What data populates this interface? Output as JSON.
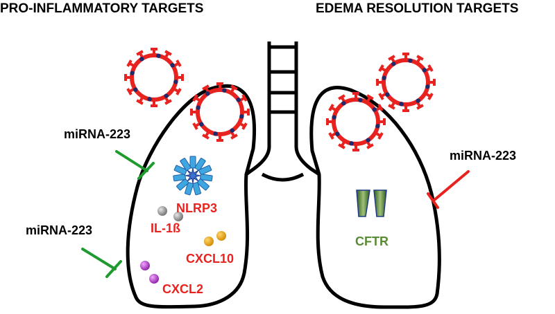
{
  "headings": {
    "left": "PRO-INFLAMMATORY TARGETS",
    "right": "EDEMA RESOLUTION TARGETS"
  },
  "labels": {
    "mirna_upper_left": "miRNA-223",
    "mirna_lower_left": "miRNA-223",
    "mirna_right": "miRNA-223",
    "nlrp3": "NLRP3",
    "il1b": "IL-1ß",
    "cxcl10": "CXCL10",
    "cxcl2": "CXCL2",
    "cftr": "CFTR"
  },
  "icons": {
    "virus": "coronavirus-icon",
    "inhibitor": "inhibition-t-bar-icon",
    "inflammasome": "nlrp3-inflammasome-icon",
    "protein": "cytokine-sphere-icon",
    "channel": "cftr-channel-icon"
  },
  "colors": {
    "outline": "#000000",
    "target_text": "#e8231f",
    "virus_spikes": "#e8231f",
    "virus_membrane": "#1f2a6b",
    "inhibitor_left": "#1f9a2e",
    "inhibitor_right": "#e8231f",
    "nlrp3": "#3fa6e0",
    "il1b": "#8a8a8a",
    "cxcl10": "#e8a317",
    "cxcl2": "#b23cc4",
    "cftr_fill": "#3f6f2a",
    "cftr_text": "#5a8a35"
  }
}
